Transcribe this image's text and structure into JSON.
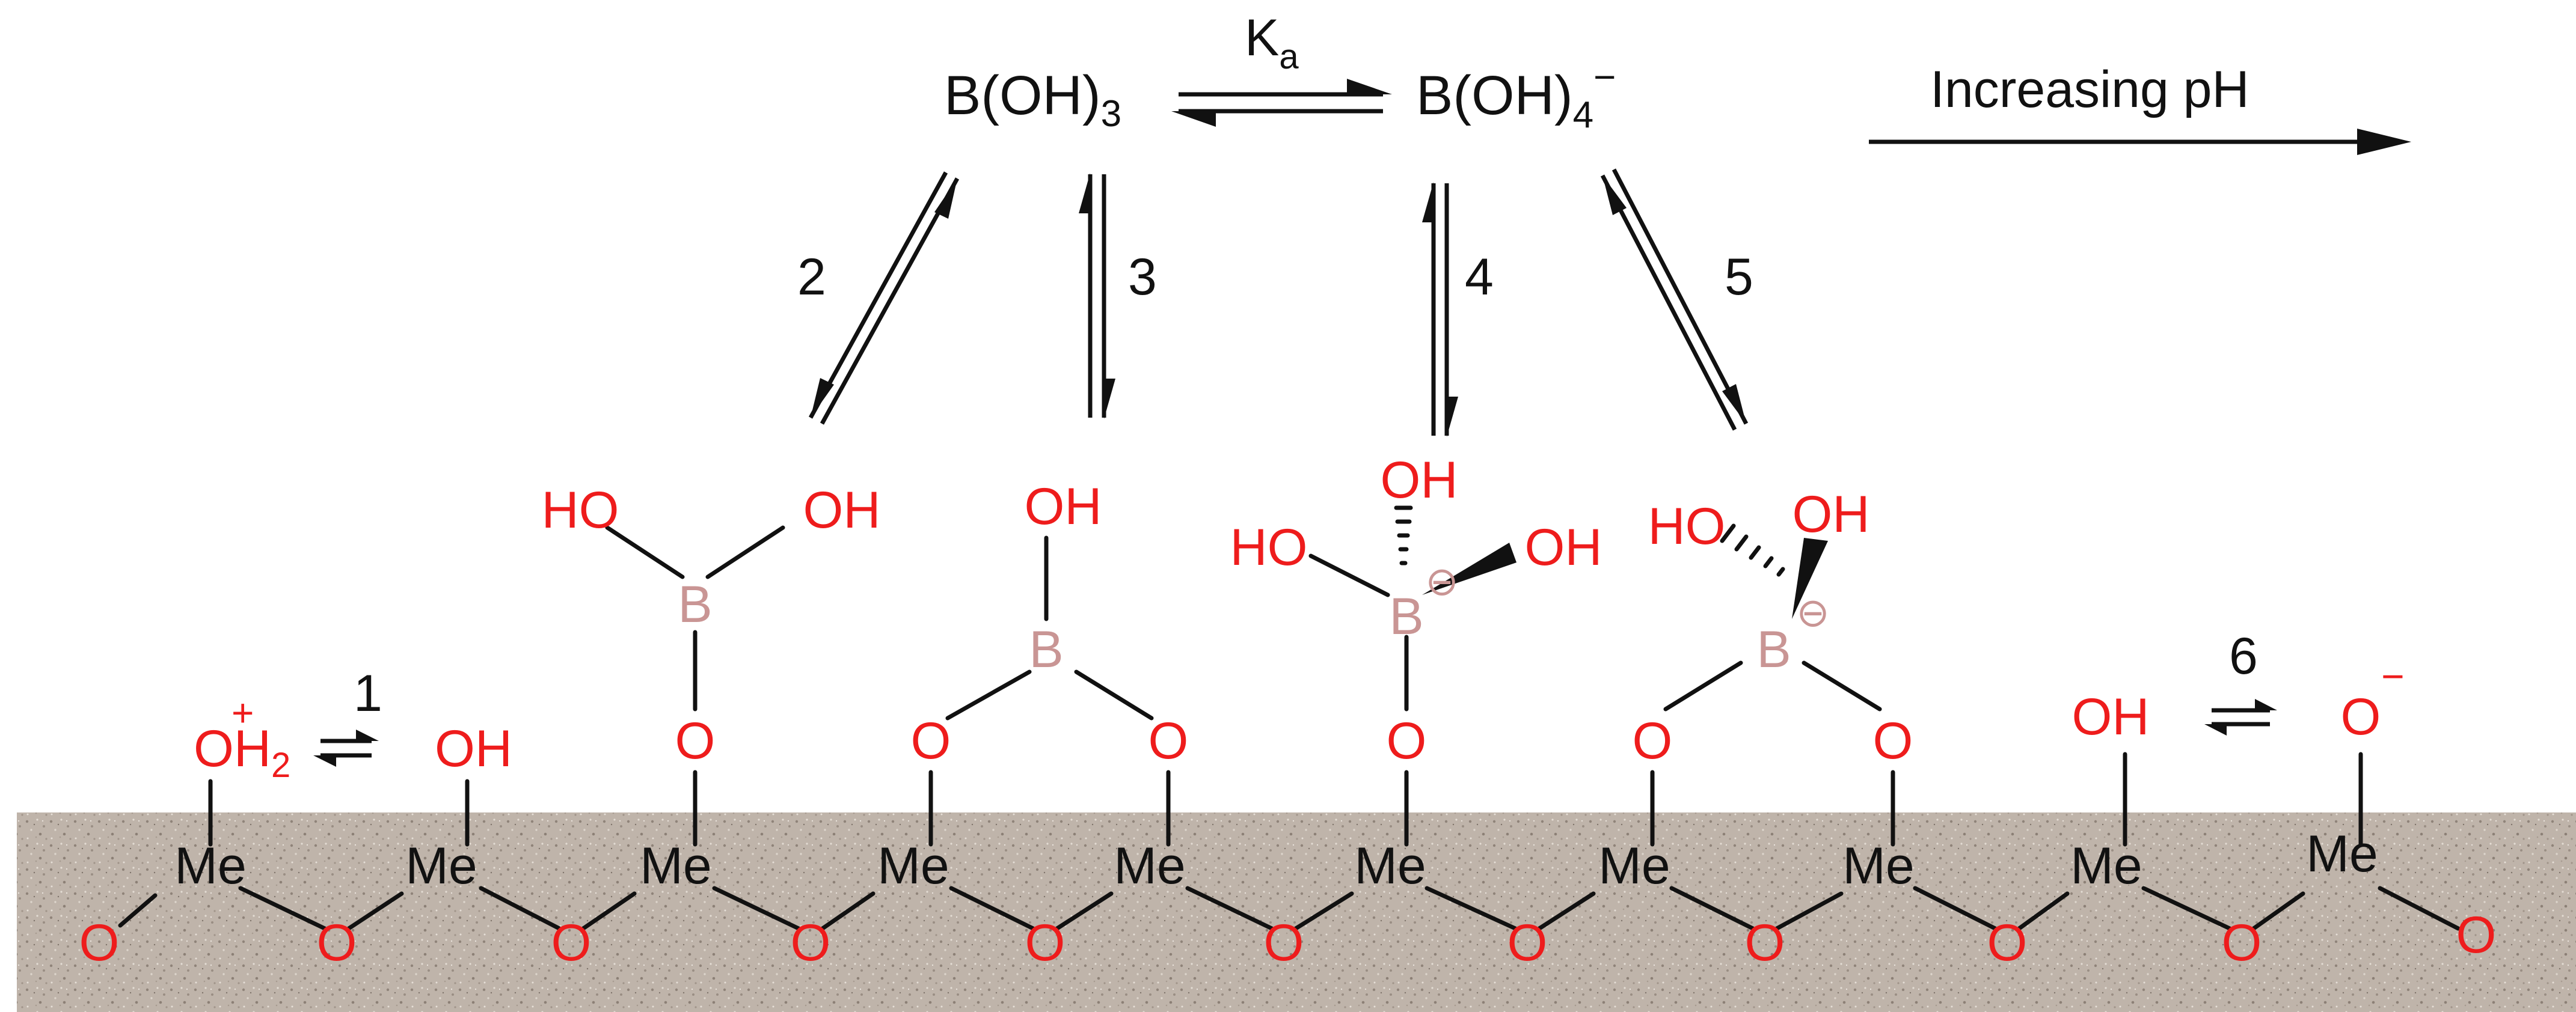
{
  "header": {
    "boric_acid": {
      "main": "B(OH)",
      "sub": "3"
    },
    "borate": {
      "main": "B(OH)",
      "sub": "4",
      "sup": "−"
    },
    "ka": {
      "main": "K",
      "sub": "a"
    },
    "increasing_ph": "Increasing pH"
  },
  "reaction_labels": [
    "1",
    "2",
    "3",
    "4",
    "5",
    "6"
  ],
  "surface": {
    "metal_label": "Me",
    "oxygen_label": "O",
    "hydroxyl_label": "OH",
    "hydroxyl_left_label": "HO",
    "boron_label": "B",
    "protonated": {
      "o": "O",
      "h": "H",
      "sub": "2",
      "plus": "+"
    },
    "deprotonated": {
      "o": "O",
      "minus": "−"
    },
    "minus_symbol": "⊖"
  },
  "colors": {
    "oxygen": "#ee1c1c",
    "boron": "#c99594",
    "metal": "#111111",
    "surface": "#bdb2a7"
  }
}
